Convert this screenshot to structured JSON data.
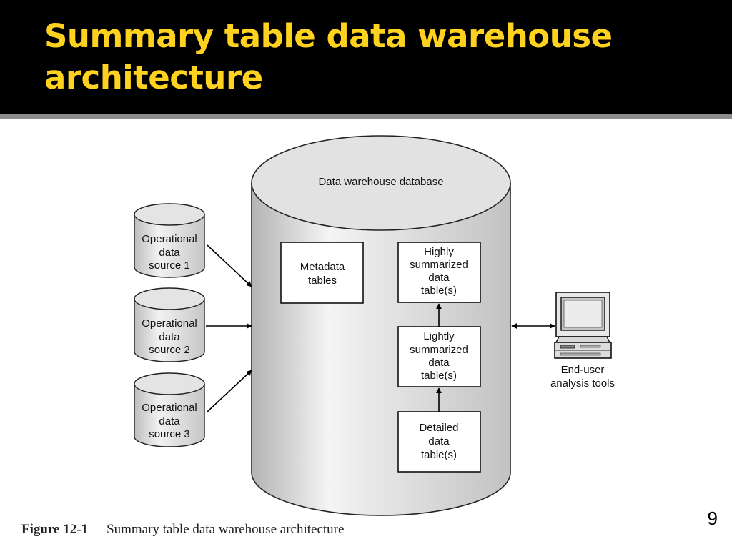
{
  "slide": {
    "title": "Summary table data warehouse architecture",
    "page_number": "9"
  },
  "diagram": {
    "warehouse": {
      "label": "Data warehouse database",
      "metadata": [
        "Metadata",
        "tables"
      ],
      "highly": [
        "Highly",
        "summarized",
        "data",
        "table(s)"
      ],
      "lightly": [
        "Lightly",
        "summarized",
        "data",
        "table(s)"
      ],
      "detailed": [
        "Detailed",
        "data",
        "table(s)"
      ]
    },
    "sources": [
      [
        "Operational",
        "data",
        "source 1"
      ],
      [
        "Operational",
        "data",
        "source 2"
      ],
      [
        "Operational",
        "data",
        "source 3"
      ]
    ],
    "end_user": [
      "End-user",
      "analysis tools"
    ]
  },
  "caption": {
    "figure": "Figure 12-1",
    "text": "Summary table data warehouse architecture"
  }
}
